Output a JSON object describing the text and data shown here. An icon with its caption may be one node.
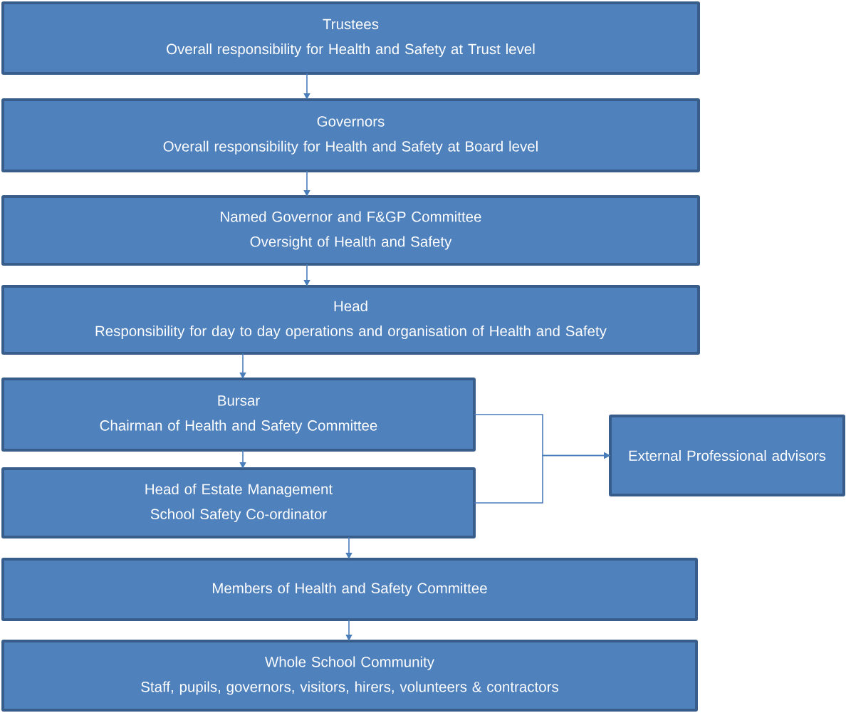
{
  "diagram": {
    "nodes": [
      {
        "text": [
          "Trustees",
          "Overall responsibility for Health and Safety at Trust level"
        ]
      },
      {
        "text": [
          "Governors",
          "Overall responsibility for Health and Safety at Board level"
        ]
      },
      {
        "text": [
          "Named Governor and F&GP Committee",
          "Oversight of Health and Safety"
        ]
      },
      {
        "text": [
          "Head",
          "Responsibility for day to day operations and organisation of Health and Safety"
        ]
      },
      {
        "text": [
          "Bursar",
          "Chairman of Health and Safety Committee"
        ]
      },
      {
        "text": [
          "Head of Estate Management",
          "School Safety Co-ordinator"
        ]
      },
      {
        "text": [
          "External Professional advisors"
        ]
      },
      {
        "text": [
          "Members of Health and Safety Committee"
        ]
      },
      {
        "text": [
          "Whole School Community",
          "Staff, pupils, governors, visitors, hirers, volunteers & contractors"
        ]
      }
    ],
    "edges": [
      {
        "from": 0,
        "to": 1,
        "arrow": "to"
      },
      {
        "from": 1,
        "to": 2,
        "arrow": "to"
      },
      {
        "from": 2,
        "to": 3,
        "arrow": "to"
      },
      {
        "from": 3,
        "to": 4,
        "arrow": "to"
      },
      {
        "from": 4,
        "to": 5,
        "arrow": "to"
      },
      {
        "from": 4,
        "to": 6,
        "arrow": "to"
      },
      {
        "from": 5,
        "to": 6,
        "arrow": "to"
      },
      {
        "from": 5,
        "to": 7,
        "arrow": "to"
      },
      {
        "from": 7,
        "to": 8,
        "arrow": "to"
      }
    ]
  }
}
